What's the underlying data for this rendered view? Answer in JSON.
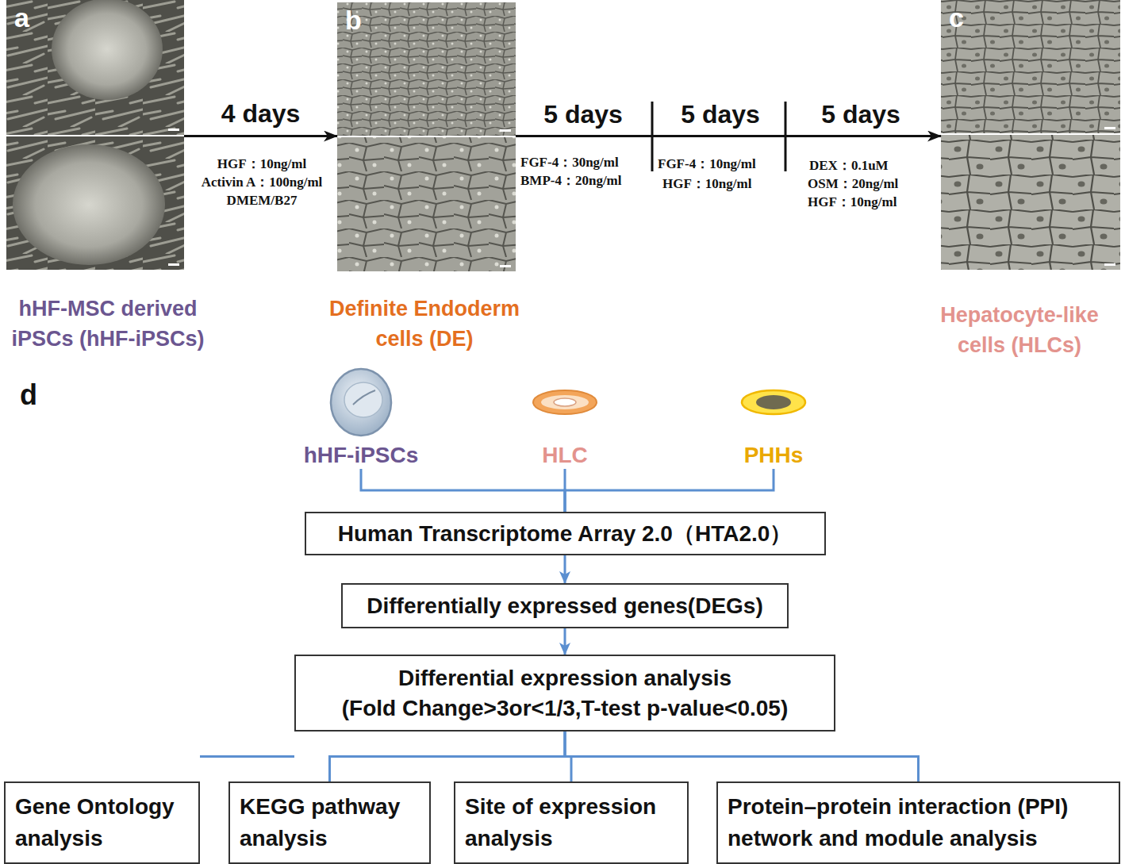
{
  "diagram": {
    "nodes": [
      {
        "text": [
          "a",
          "hHF-MSC derived iPSCs (hHF-iPSCs)"
        ]
      },
      {
        "text": [
          "b",
          "Definite Endoderm cells (DE)"
        ]
      },
      {
        "text": [
          "c",
          "Hepatocyte-like cells (HLCs)"
        ]
      },
      {
        "text": [
          "hHF-iPSCs"
        ]
      },
      {
        "text": [
          "HLC"
        ]
      },
      {
        "text": [
          "PHHs"
        ]
      },
      {
        "text": [
          "Human Transcriptome Array 2.0（HTA2.0）"
        ]
      },
      {
        "text": [
          "Differentially expressed genes(DEGs)"
        ]
      },
      {
        "text": [
          "Differential expression analysis",
          "(Fold Change>3or<1/3,T-test p-value<0.05)"
        ]
      },
      {
        "text": [
          "Gene Ontology analysis"
        ]
      },
      {
        "text": [
          "KEGG pathway analysis"
        ]
      },
      {
        "text": [
          "Site of expression analysis"
        ]
      },
      {
        "text": [
          "Protein–protein interaction (PPI) network and module analysis"
        ]
      }
    ],
    "edges": [
      {
        "from": 0,
        "to": 1,
        "arrow": "to",
        "label": "4 days"
      },
      {
        "from": 1,
        "to": 2,
        "arrow": "to"
      },
      {
        "from": 3,
        "to": 6,
        "arrow": "none"
      },
      {
        "from": 4,
        "to": 6,
        "arrow": "none"
      },
      {
        "from": 5,
        "to": 6,
        "arrow": "none"
      },
      {
        "from": 6,
        "to": 7,
        "arrow": "to"
      },
      {
        "from": 7,
        "to": 8,
        "arrow": "to"
      },
      {
        "from": 8,
        "to": 9,
        "arrow": "none"
      },
      {
        "from": 8,
        "to": 10,
        "arrow": "none"
      },
      {
        "from": 8,
        "to": 11,
        "arrow": "none"
      },
      {
        "from": 8,
        "to": 12,
        "arrow": "none"
      }
    ],
    "labels": [
      "HGF：10ng/ml",
      "Activin A：100ng/ml",
      "DMEM/B27",
      "5 days",
      "5 days",
      "5 days",
      "FGF-4：30ng/ml",
      "BMP-4：20ng/ml",
      "FGF-4：10ng/ml",
      "HGF：10ng/ml",
      "DEX：0.1uM",
      "OSM：20ng/ml",
      "HGF：10ng/ml",
      "d"
    ]
  }
}
